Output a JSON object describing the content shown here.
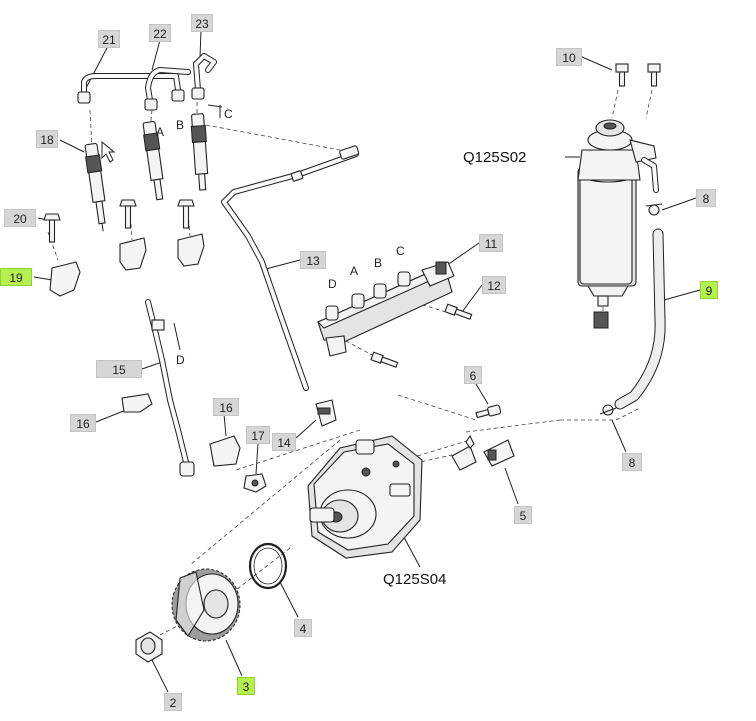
{
  "diagram": {
    "callouts": {
      "c2": "2",
      "c3": "3",
      "c4": "4",
      "c5": "5",
      "c6": "6",
      "c8a": "8",
      "c8b": "8",
      "c9": "9",
      "c10": "10",
      "c11": "11",
      "c12": "12",
      "c13": "13",
      "c14": "14",
      "c15": "15",
      "c16a": "16",
      "c16b": "16",
      "c17": "17",
      "c18": "18",
      "c19": "19",
      "c20": "20",
      "c21": "21",
      "c22": "22",
      "c23": "23"
    },
    "highlighted": [
      "3",
      "9",
      "19"
    ],
    "highlight_color": "#b6f050",
    "callout_color": "#d6d6d6",
    "letters": {
      "inj_a": "A",
      "inj_b": "B",
      "inj_c": "C",
      "rail_d": "D",
      "rail_a": "A",
      "rail_b": "B",
      "rail_c": "C",
      "pipe_d": "D"
    },
    "codes": {
      "filter": "Q125S02",
      "pump": "Q125S04"
    }
  }
}
